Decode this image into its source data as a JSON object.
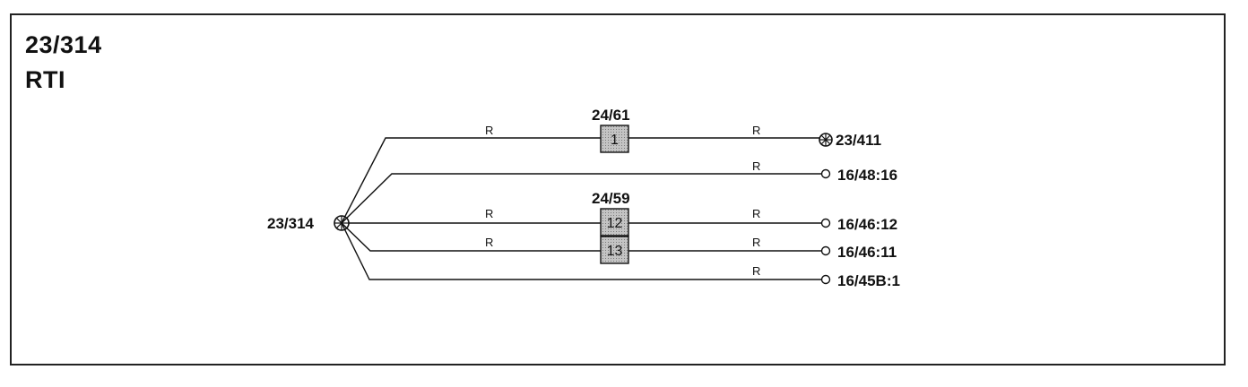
{
  "title": {
    "line1": "23/314",
    "line2": "RTI"
  },
  "source": {
    "label": "23/314"
  },
  "components": [
    {
      "label": "24/61",
      "pins": [
        "1"
      ]
    },
    {
      "label": "24/59",
      "pins": [
        "12",
        "13"
      ]
    }
  ],
  "wires": [
    {
      "color_code_left": "R",
      "color_code_right": "R",
      "destination": "23/411",
      "terminal": "star"
    },
    {
      "color_code_left": "",
      "color_code_right": "R",
      "destination": "16/48:16",
      "terminal": "circle"
    },
    {
      "color_code_left": "R",
      "color_code_right": "R",
      "destination": "16/46:12",
      "terminal": "circle"
    },
    {
      "color_code_left": "R",
      "color_code_right": "R",
      "destination": "16/46:11",
      "terminal": "circle"
    },
    {
      "color_code_left": "",
      "color_code_right": "R",
      "destination": "16/45B:1",
      "terminal": "circle"
    }
  ],
  "colors": {
    "line": "#111111",
    "box_fill": "#b8b8b8",
    "frame": "#222222"
  }
}
